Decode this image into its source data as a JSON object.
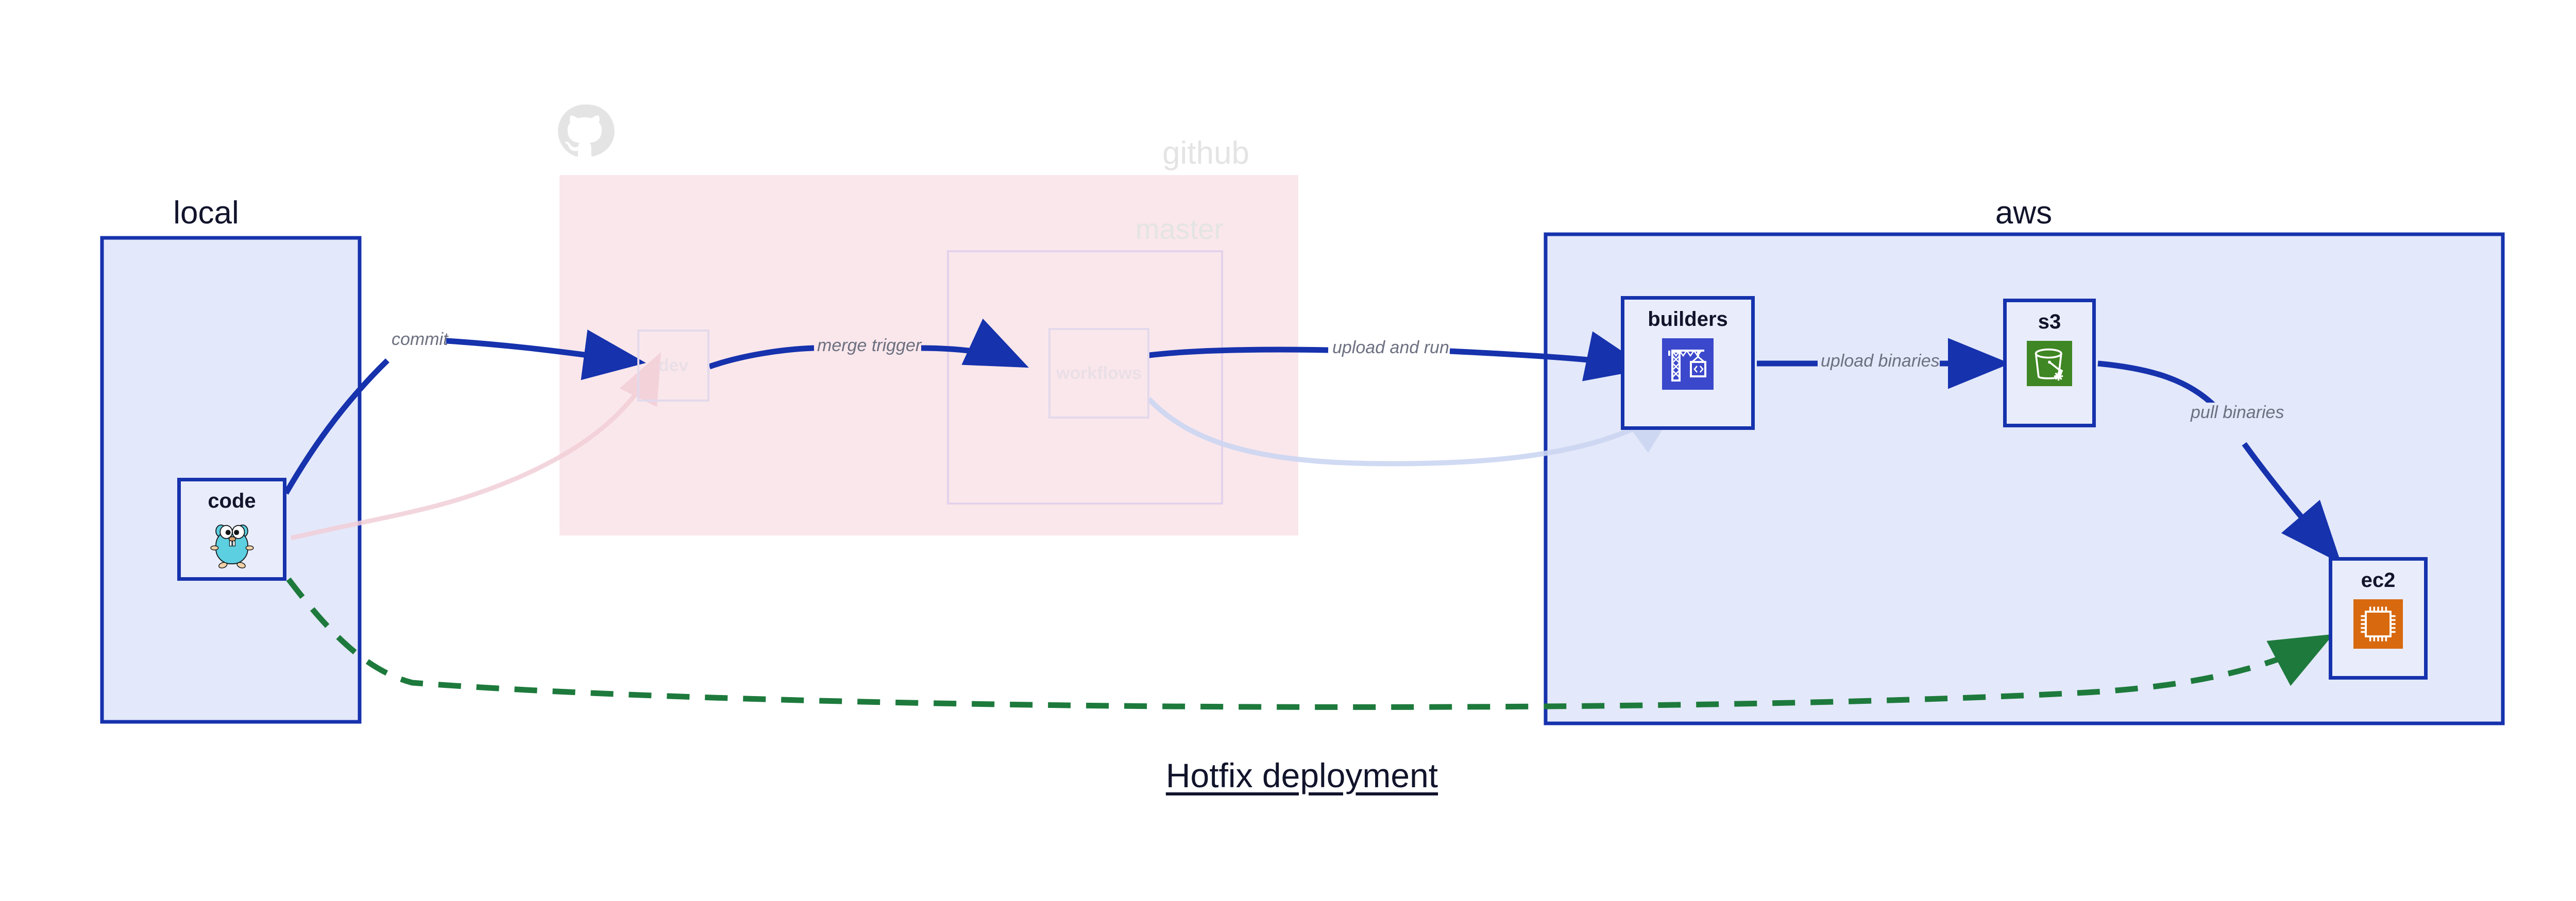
{
  "diagram": {
    "title": "Hotfix deployment",
    "groups": [
      {
        "id": "local",
        "label": "local",
        "style": "active"
      },
      {
        "id": "github",
        "label": "github",
        "style": "faded"
      },
      {
        "id": "master",
        "label": "master",
        "style": "faded"
      },
      {
        "id": "aws",
        "label": "aws",
        "style": "active"
      }
    ],
    "nodes": [
      {
        "id": "code",
        "label": "code",
        "icon": "go-gopher-icon",
        "style": "active"
      },
      {
        "id": "dev",
        "label": "dev",
        "icon": "none",
        "style": "faded"
      },
      {
        "id": "workflows",
        "label": "workflows",
        "icon": "none",
        "style": "faded"
      },
      {
        "id": "builders",
        "label": "builders",
        "icon": "aws-codebuild-crane-icon",
        "style": "active",
        "icon_color": "#3b48cc"
      },
      {
        "id": "s3",
        "label": "s3",
        "icon": "aws-s3-bucket-icon",
        "style": "active",
        "icon_color": "#3f8624"
      },
      {
        "id": "ec2",
        "label": "ec2",
        "icon": "aws-ec2-chip-icon",
        "style": "active",
        "icon_color": "#d8690f"
      }
    ],
    "edges": [
      {
        "from": "code",
        "to": "dev",
        "label": "commit",
        "style": "solid",
        "color": "#1632ad"
      },
      {
        "from": "dev",
        "to": "workflows",
        "label": "merge trigger",
        "style": "solid",
        "color": "#1632ad"
      },
      {
        "from": "workflows",
        "to": "builders",
        "label": "upload and run",
        "style": "solid",
        "color": "#1632ad"
      },
      {
        "from": "builders",
        "to": "s3",
        "label": "upload binaries",
        "style": "solid",
        "color": "#1632ad"
      },
      {
        "from": "s3",
        "to": "ec2",
        "label": "pull binaries",
        "style": "solid",
        "color": "#1632ad"
      },
      {
        "from": "code",
        "to": "ec2",
        "label": "",
        "style": "dashed",
        "color": "#1d7a3c"
      },
      {
        "from": "code",
        "to": "dev",
        "label": "",
        "style": "ghost-pink",
        "color": "#f7dde3"
      },
      {
        "from": "workflows",
        "to": "builders",
        "label": "",
        "style": "ghost-blue",
        "color": "#dde3f7"
      }
    ],
    "logos": [
      {
        "id": "github-octocat",
        "label": "github-logo"
      }
    ],
    "colors": {
      "accent_blue": "#1632ad",
      "group_blue_fill": "#e3e8fa",
      "group_pink_fill": "#fae7eb",
      "node_fill": "#e9edfb",
      "faded_grey": "#e4e4e4",
      "green_dashed": "#1d7a3c",
      "label_grey": "#6c7080",
      "title_dark": "#11142b"
    }
  }
}
